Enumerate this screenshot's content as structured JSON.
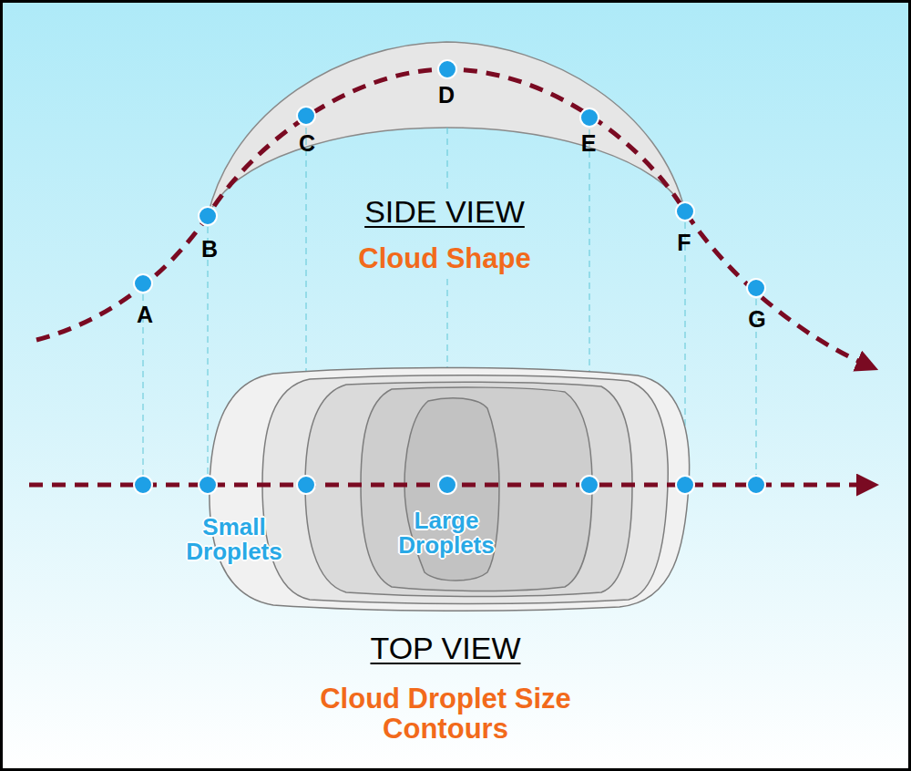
{
  "diagram": {
    "labels": [
      "A",
      "B",
      "C",
      "D",
      "E",
      "F",
      "G",
      "SIDE VIEW",
      "Cloud Shape",
      "Small Droplets",
      "Large Droplets",
      "TOP VIEW",
      "Cloud Droplet Size Contours"
    ]
  }
}
